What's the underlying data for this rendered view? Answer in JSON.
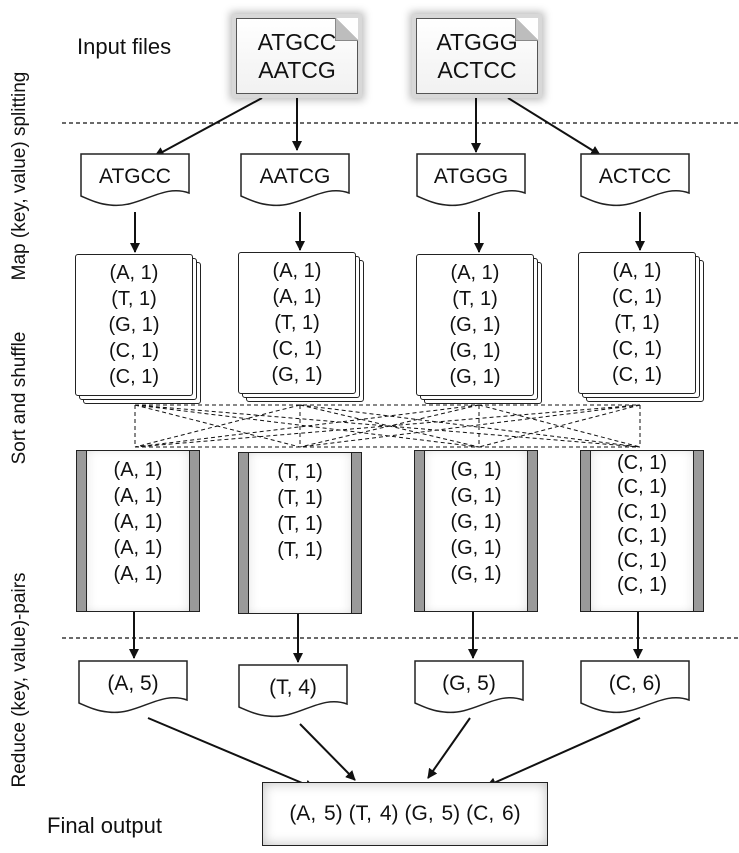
{
  "labels": {
    "input_files": "Input files",
    "final_output": "Final output",
    "side_map": "Map (key, value) splitting",
    "side_sort": "Sort and shuffle",
    "side_reduce": "Reduce (key, value)-pairs"
  },
  "inputs": [
    {
      "line1": "ATGCC",
      "line2": "AATCG"
    },
    {
      "line1": "ATGGG",
      "line2": "ACTCC"
    }
  ],
  "splits": [
    "ATGCC",
    "AATCG",
    "ATGGG",
    "ACTCC"
  ],
  "map_pairs": [
    [
      "(A, 1)",
      "(T, 1)",
      "(G, 1)",
      "(C, 1)",
      "(C, 1)"
    ],
    [
      "(A, 1)",
      "(A, 1)",
      "(T, 1)",
      "(C, 1)",
      "(G, 1)"
    ],
    [
      "(A, 1)",
      "(T, 1)",
      "(G, 1)",
      "(G, 1)",
      "(G, 1)"
    ],
    [
      "(A, 1)",
      "(C, 1)",
      "(T, 1)",
      "(C, 1)",
      "(C, 1)"
    ]
  ],
  "reduce_groups": [
    [
      "(A, 1)",
      "(A, 1)",
      "(A, 1)",
      "(A, 1)",
      "(A, 1)"
    ],
    [
      "(T, 1)",
      "(T, 1)",
      "(T, 1)",
      "(T, 1)"
    ],
    [
      "(G, 1)",
      "(G, 1)",
      "(G, 1)",
      "(G, 1)",
      "(G, 1)"
    ],
    [
      "(C, 1)",
      "(C, 1)",
      "(C, 1)",
      "(C, 1)",
      "(C, 1)",
      "(C, 1)"
    ]
  ],
  "reduced": [
    "(A, 5)",
    "(T, 4)",
    "(G, 5)",
    "(C, 6)"
  ],
  "final": [
    "(A, 5)",
    "(T, 4)",
    "(G, 5)",
    "(C, 6)"
  ]
}
